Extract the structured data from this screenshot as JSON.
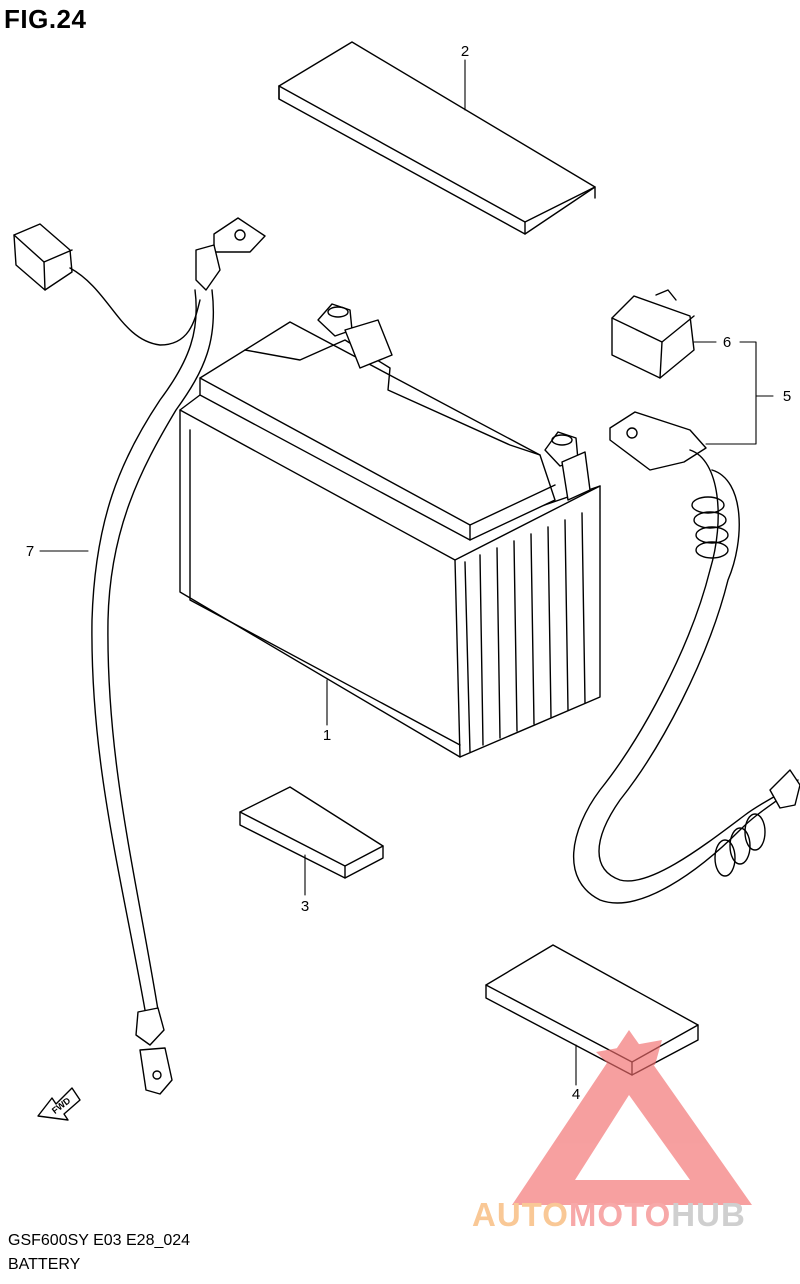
{
  "figure": {
    "title": "FIG.24",
    "model_code": "GSF600SY E03 E28_024",
    "section_name": "BATTERY"
  },
  "callouts": [
    "1",
    "2",
    "3",
    "4",
    "5",
    "6",
    "7"
  ],
  "direction_label": "FWD",
  "watermark": {
    "part1": "AUTO",
    "part2": "MOTO",
    "part3": "HUB",
    "colors": {
      "auto": "#f9c896",
      "moto": "#f7a8a8",
      "hub": "#cfcfcf",
      "logo": "#f26d6d"
    }
  }
}
